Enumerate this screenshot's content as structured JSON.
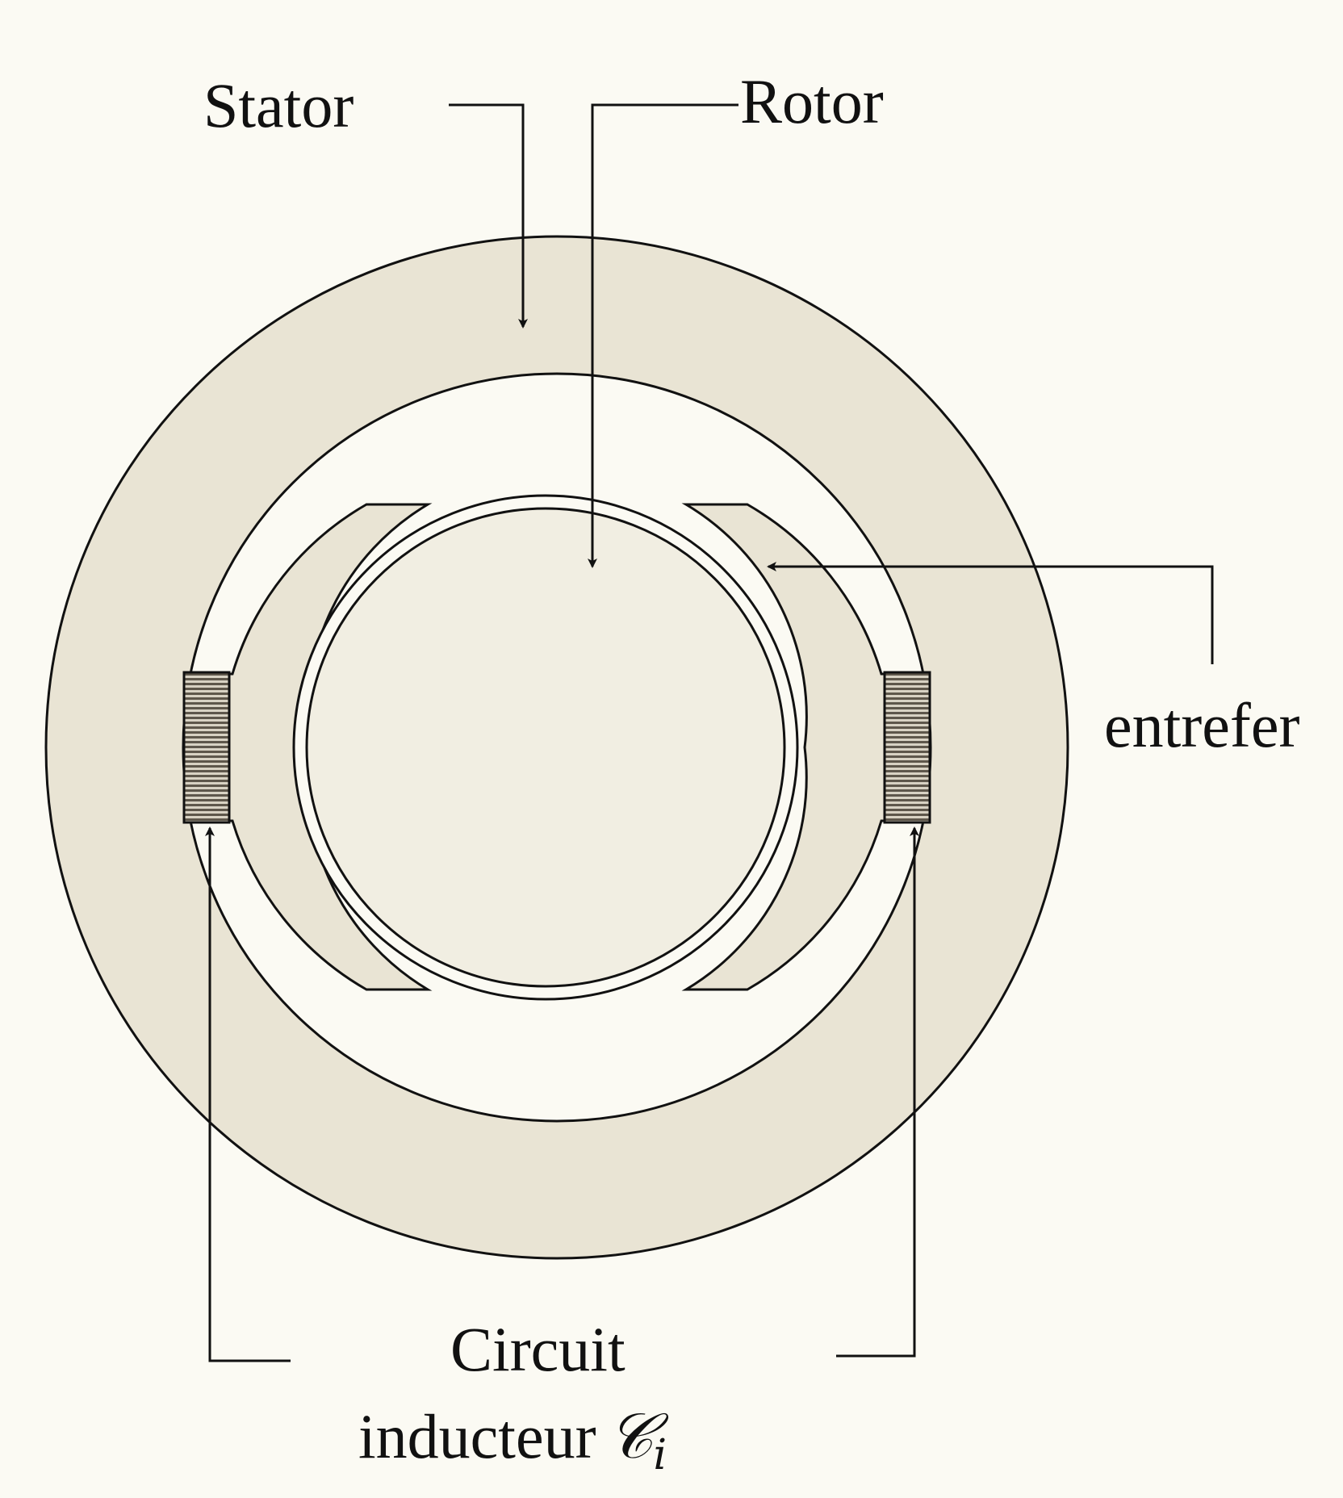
{
  "labels": {
    "stator": "Stator",
    "rotor": "Rotor",
    "entrefer": "entrefer",
    "circuit_line1": "Circuit",
    "circuit_line2": "inducteur",
    "circuit_symbol": "𝒞",
    "circuit_subscript": "i"
  },
  "colors": {
    "background": "#fbfaf3",
    "fill": "#e9e4d4",
    "rotor_fill": "#f1eee2",
    "stroke": "#111111",
    "coil": "#6b6458"
  }
}
